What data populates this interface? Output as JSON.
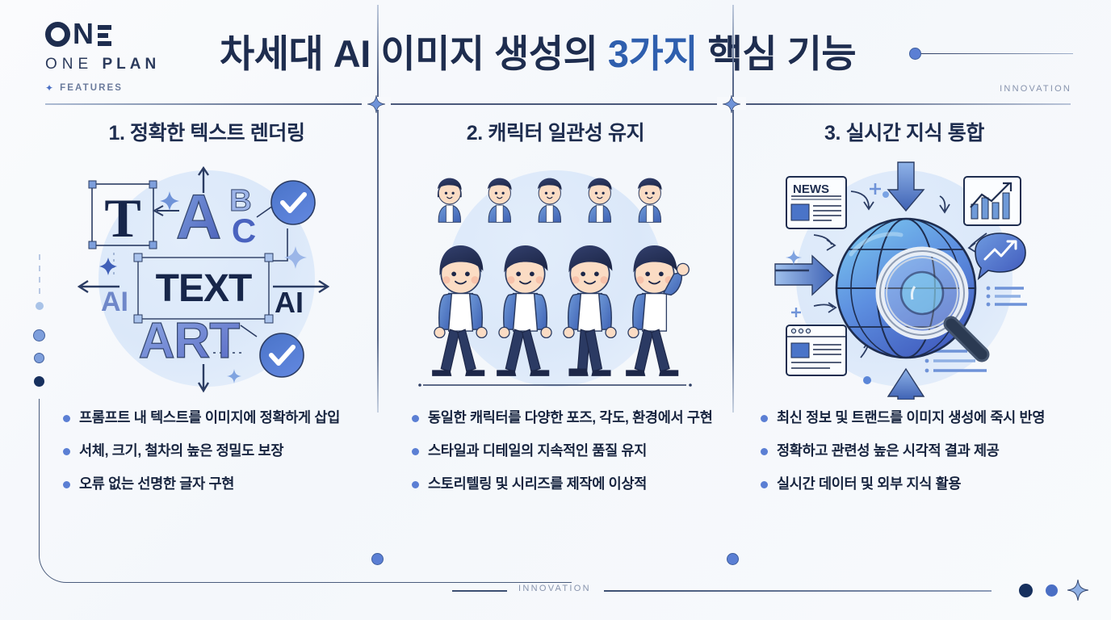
{
  "brand": {
    "logo_mark": "ONE",
    "logo_name_light": "ONE ",
    "logo_name_bold": "PLAN",
    "tag_symbol": "✦",
    "tag_label": "FEATURES"
  },
  "header": {
    "title_part1": "차세대 AI 이미지 생성의 ",
    "title_accent": "3가지",
    "title_part2": " 핵심 기능",
    "innovation_label": "INNOVATION"
  },
  "footer": {
    "innovation_label": "INNOVATION"
  },
  "colors": {
    "background": "#f7f9fc",
    "navy": "#1e2d4f",
    "accent_blue": "#2f5fae",
    "bullet_blue": "#5b7fd4",
    "muted": "#8793ad",
    "illustration_blob": "#dbe8f9"
  },
  "columns": [
    {
      "title": "1. 정확한 텍스트 렌더링",
      "illustration": {
        "name": "text-rendering-illustration",
        "labels": [
          "T",
          "A",
          "B",
          "C",
          "TEXT",
          "AI",
          "AI",
          "ART"
        ],
        "badges": 2,
        "sparkles": 4
      },
      "bullets": [
        "프롬프트 내 텍스트를 이미지에 정확하게 삽입",
        "서체, 크기, 철차의 높은 정밀도 보장",
        "오류 없는 선명한 글자 구현"
      ]
    },
    {
      "title": "2. 캐릭터 일관성 유지",
      "illustration": {
        "name": "character-consistency-illustration",
        "bust_count": 5,
        "walking_count": 4
      },
      "bullets": [
        "동일한 캐릭터를 다양한 포즈, 각도, 환경에서 구현",
        "스타일과 디테일의 지속적인 품질 유지",
        "스토리텔링 및 시리즈를 제작에 이상적"
      ]
    },
    {
      "title": "3. 실시간 지식 통합",
      "illustration": {
        "name": "realtime-knowledge-illustration",
        "news_card_label": "NEWS",
        "elements": [
          "globe",
          "magnifier",
          "news-card",
          "chart-card",
          "browser-card",
          "speech-bubble",
          "arrows"
        ]
      },
      "bullets": [
        "최신 정보 및 트랜드를 이미지 생성에 죽시 반영",
        "정확하고 관련성 높은 시각적 결과 제공",
        "실시간 데이터 및 외부 지식 활용"
      ]
    }
  ]
}
